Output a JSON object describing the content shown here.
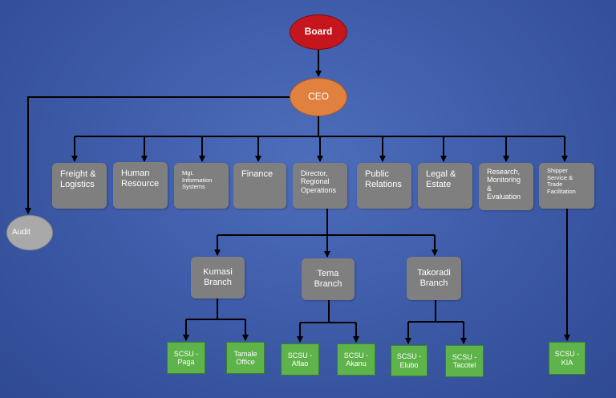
{
  "nodes": {
    "board": "Board",
    "ceo": "CEO",
    "audit": "Audit",
    "departments": [
      "Freight &\nLogistics",
      "Human\nResource",
      "Mgt.\nInformation\nSystems",
      "Finance",
      "Director,\nRegional\nOperations",
      "Public\nRelations",
      "Legal &\nEstate",
      "Research,\nMonitoring\n&\nEvaluation",
      "Shipper\nService &\nTrade\nFacilitation"
    ],
    "branches": [
      "Kumasi\nBranch",
      "Tema\nBranch",
      "Takoradi\nBranch"
    ],
    "scsu": [
      "SCSU -\nPaga",
      "Tamale\nOffice",
      "SCSU -\nAflao",
      "SCSU -\nAkanu",
      "SCSU -\nElubo",
      "SCSU -\nTacotel",
      "SCSU -\nKIA"
    ]
  },
  "colors": {
    "background": "#3c59a6",
    "board": "#c4161c",
    "ceo": "#e0813f",
    "department": "#7f7f7f",
    "scsu": "#5fb34b",
    "audit": "#a9a9a9",
    "connector": "#000000"
  }
}
